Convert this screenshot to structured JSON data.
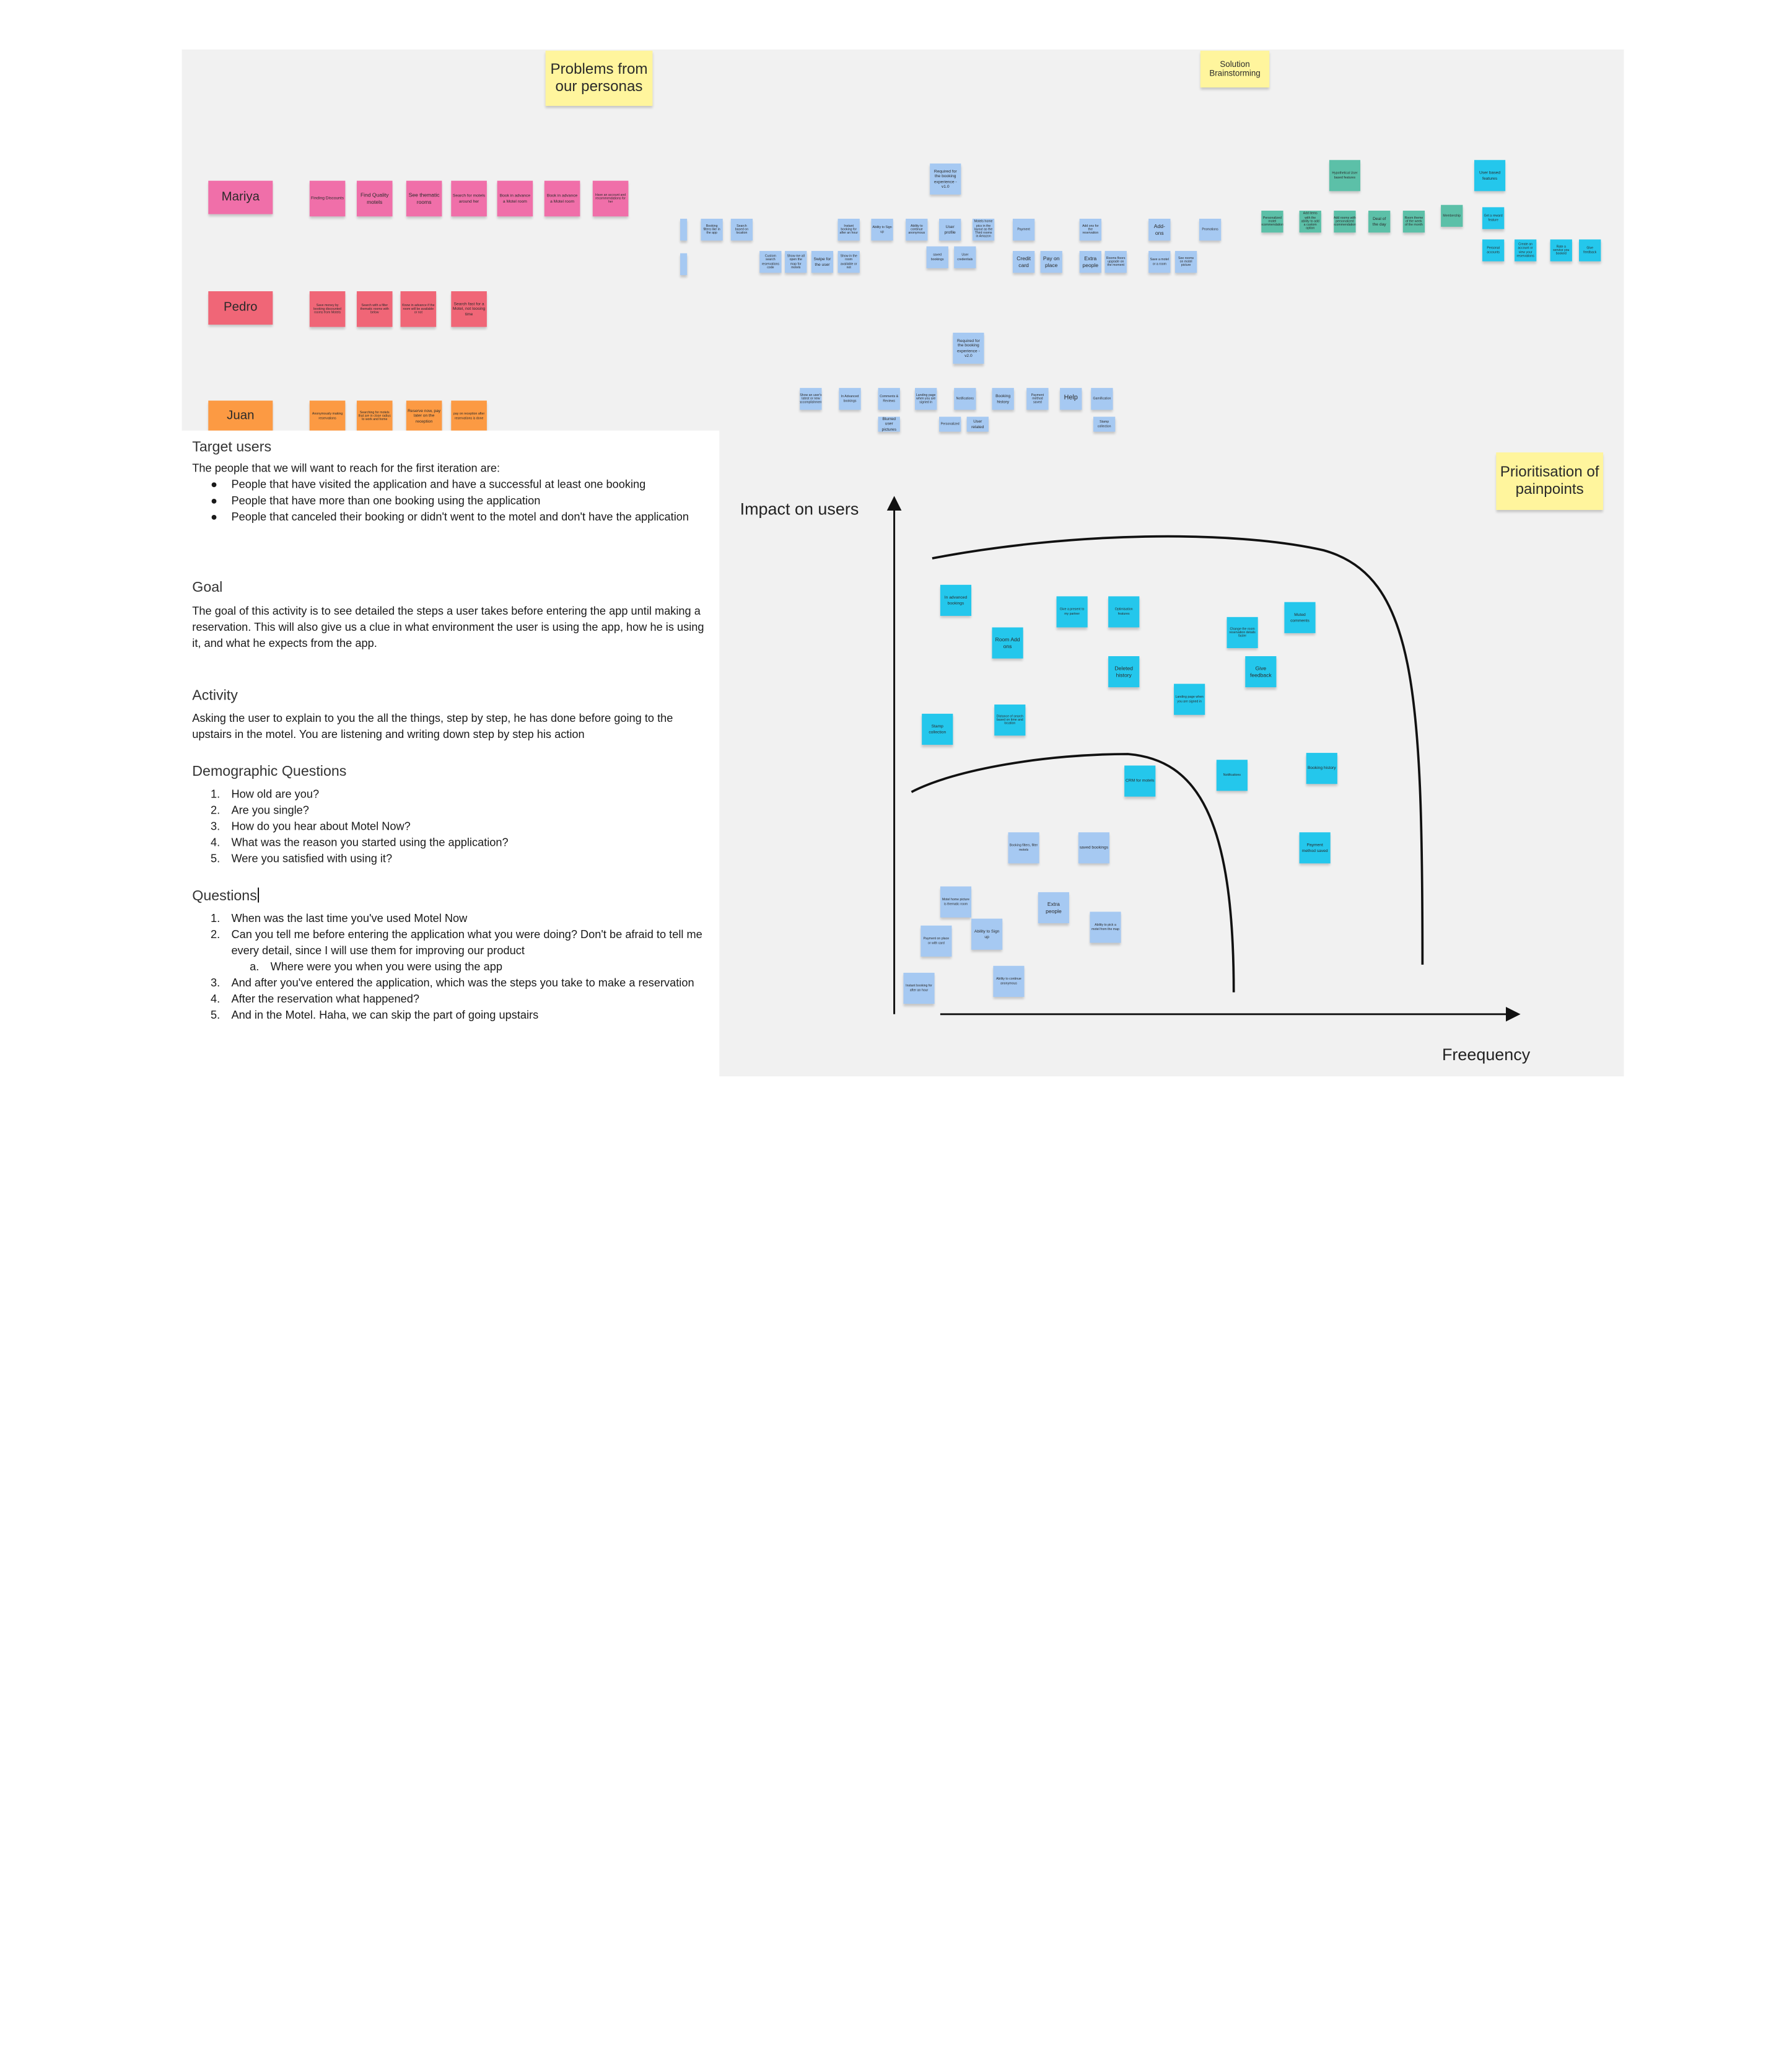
{
  "canvas": {
    "background": "#ffffff",
    "region_bg": "#f1f1f1"
  },
  "sections": {
    "problems": "Problems from our personas",
    "solution": "Solution Brainstorming",
    "prioritisation": "Prioritisation of painpoints"
  },
  "personas": [
    {
      "name": "Mariya",
      "color": "#f06fa9",
      "notes": [
        "Finding Discounts",
        "Find Quality motels",
        "See thematic rooms",
        "Search for motels around her",
        "Book in advance a Motel room",
        "Book in advance a Motel room",
        "Have an account and recommendations for her"
      ]
    },
    {
      "name": "Pedro",
      "color": "#f06677",
      "notes": [
        "Save money by booking discounted rooms from Motels",
        "Search with a filter thematic rooms with below",
        "Know in advance if the room will be available or not",
        "Search fast for a Motel, not loosing time"
      ]
    },
    {
      "name": "Juan",
      "color": "#fc9a43",
      "notes": [
        "Anonymously making reservations",
        "Searching for motels that are in close radius to work and home",
        "Reserve now, pay later on the reception",
        "pay on reception after reservations is done"
      ]
    }
  ],
  "brainstorm": {
    "v1_label": "Required for the booking experience - v1.0",
    "v2_label": "Required for the booking experience - v2.0",
    "row1": [
      "Booking filters like in the app",
      "Search based on location",
      "Instant booking for after an hour",
      "Ability to Sign up",
      "Ability to continue anonymous",
      "User profile",
      "Motels home pics in the layout as the Third rooms in Amazon",
      "Payment",
      "Add ons for the reservation",
      "Add-ons",
      "Promotions"
    ],
    "row2": [
      "Custom search reservations code",
      "Show me all open the map for motels",
      "Swipe for the user",
      "Show in the room available or not",
      "saved bookings",
      "User credentials",
      "Credit card",
      "Pay on place",
      "Extra people",
      "Rooms floors upgrade on the moment",
      "Save a motel or a room",
      "See rooms on motel picture"
    ],
    "row3": [
      "Show an user's latest or new accomplishment",
      "In Advanced bookings",
      "Comments & Reviews",
      "Landing page when you are signed in",
      "Notifications",
      "Booking history",
      "Payment method saved",
      "Help",
      "Gamification"
    ],
    "row4": [
      "Blurred user pictures",
      "Personalized",
      "User related",
      "Stamp collection"
    ],
    "teal_header": "Hypothetical User based features",
    "teal": [
      "Personalized motel recommendations",
      "Add items with the ability to add a custom option",
      "Add rooms with personalized recommendations",
      "Deal of the day",
      "Room theme of the week of the month",
      "Membership"
    ],
    "cyan_header": "User based features",
    "cyan": [
      "Get a reward feature",
      "Personal accounts",
      "Create an account or view your reservations",
      "Rate a service you booked",
      "Give feedback"
    ]
  },
  "target": {
    "heading": "Target users",
    "intro": "The people that we will want to reach for the first iteration are:",
    "bullets": [
      "People that have visited the application and have a successful at least one booking",
      "People that have more than one booking using the application",
      "People that canceled their booking or didn't went to the motel and don't have the application"
    ]
  },
  "goal": {
    "heading": "Goal",
    "text": "The goal of this activity is to see detailed the steps a user takes before entering the app until making a reservation. This will also give us a clue in what environment the user is using the app, how he is using it, and what he expects from the app."
  },
  "activity": {
    "heading": "Activity",
    "text": "Asking the user to explain to you the all the things, step by step, he has done before going to the upstairs in the motel. You are listening and writing down step by step his action"
  },
  "demographic": {
    "heading": "Demographic Questions",
    "items": [
      "How old are you?",
      "Are you single?",
      "How do you hear about Motel Now?",
      "What was the reason you started using the application?",
      "Were you satisfied with using it?"
    ]
  },
  "questions": {
    "heading": "Questions",
    "items": [
      {
        "m": "1.",
        "t": "When was the last time you've used Motel Now"
      },
      {
        "m": "2.",
        "t": "Can you tell me before entering the application what you were doing? Don't be afraid to tell me every detail, since I will use them for improving our product"
      },
      {
        "m": "a.",
        "t": "Where were you when you were using the app",
        "sub": true
      },
      {
        "m": "3.",
        "t": "And after you've entered the application, which was the steps you take to make a reservation"
      },
      {
        "m": "4.",
        "t": "After the reservation what happened?"
      },
      {
        "m": "5.",
        "t": "And in the Motel. Haha, we can skip the part of going upstairs"
      }
    ]
  },
  "matrix": {
    "ylabel": "Impact on users",
    "xlabel": "Freequency",
    "cyan_notes": [
      "In advanced bookings",
      "Room Add ons",
      "Give a present to my partner",
      "Optimisation features",
      "Change the room reservation details faster",
      "Muted comments",
      "Deleted history",
      "Give feedback",
      "Landing page when you are signed in",
      "Stamp collection",
      "Distance of search based on time and location",
      "CRM for motels",
      "Notifications",
      "Booking history",
      "Payment method saved"
    ],
    "blue_notes": [
      "Booking filters, filter motels",
      "saved bookings",
      "Motel home picture is thematic room",
      "Extra people",
      "Ability to Sign up",
      "Payment on place or with card",
      "Ability to pick a motel from the map",
      "Instant booking for after an hour",
      "Ability to continue anonymous"
    ]
  },
  "colors": {
    "yellow": "#fff59d",
    "pink": "#f06fa9",
    "red": "#f06677",
    "orange": "#fc9a43",
    "blue": "#a6c9f2",
    "teal": "#5cc0a8",
    "cyan": "#24c7ec"
  }
}
